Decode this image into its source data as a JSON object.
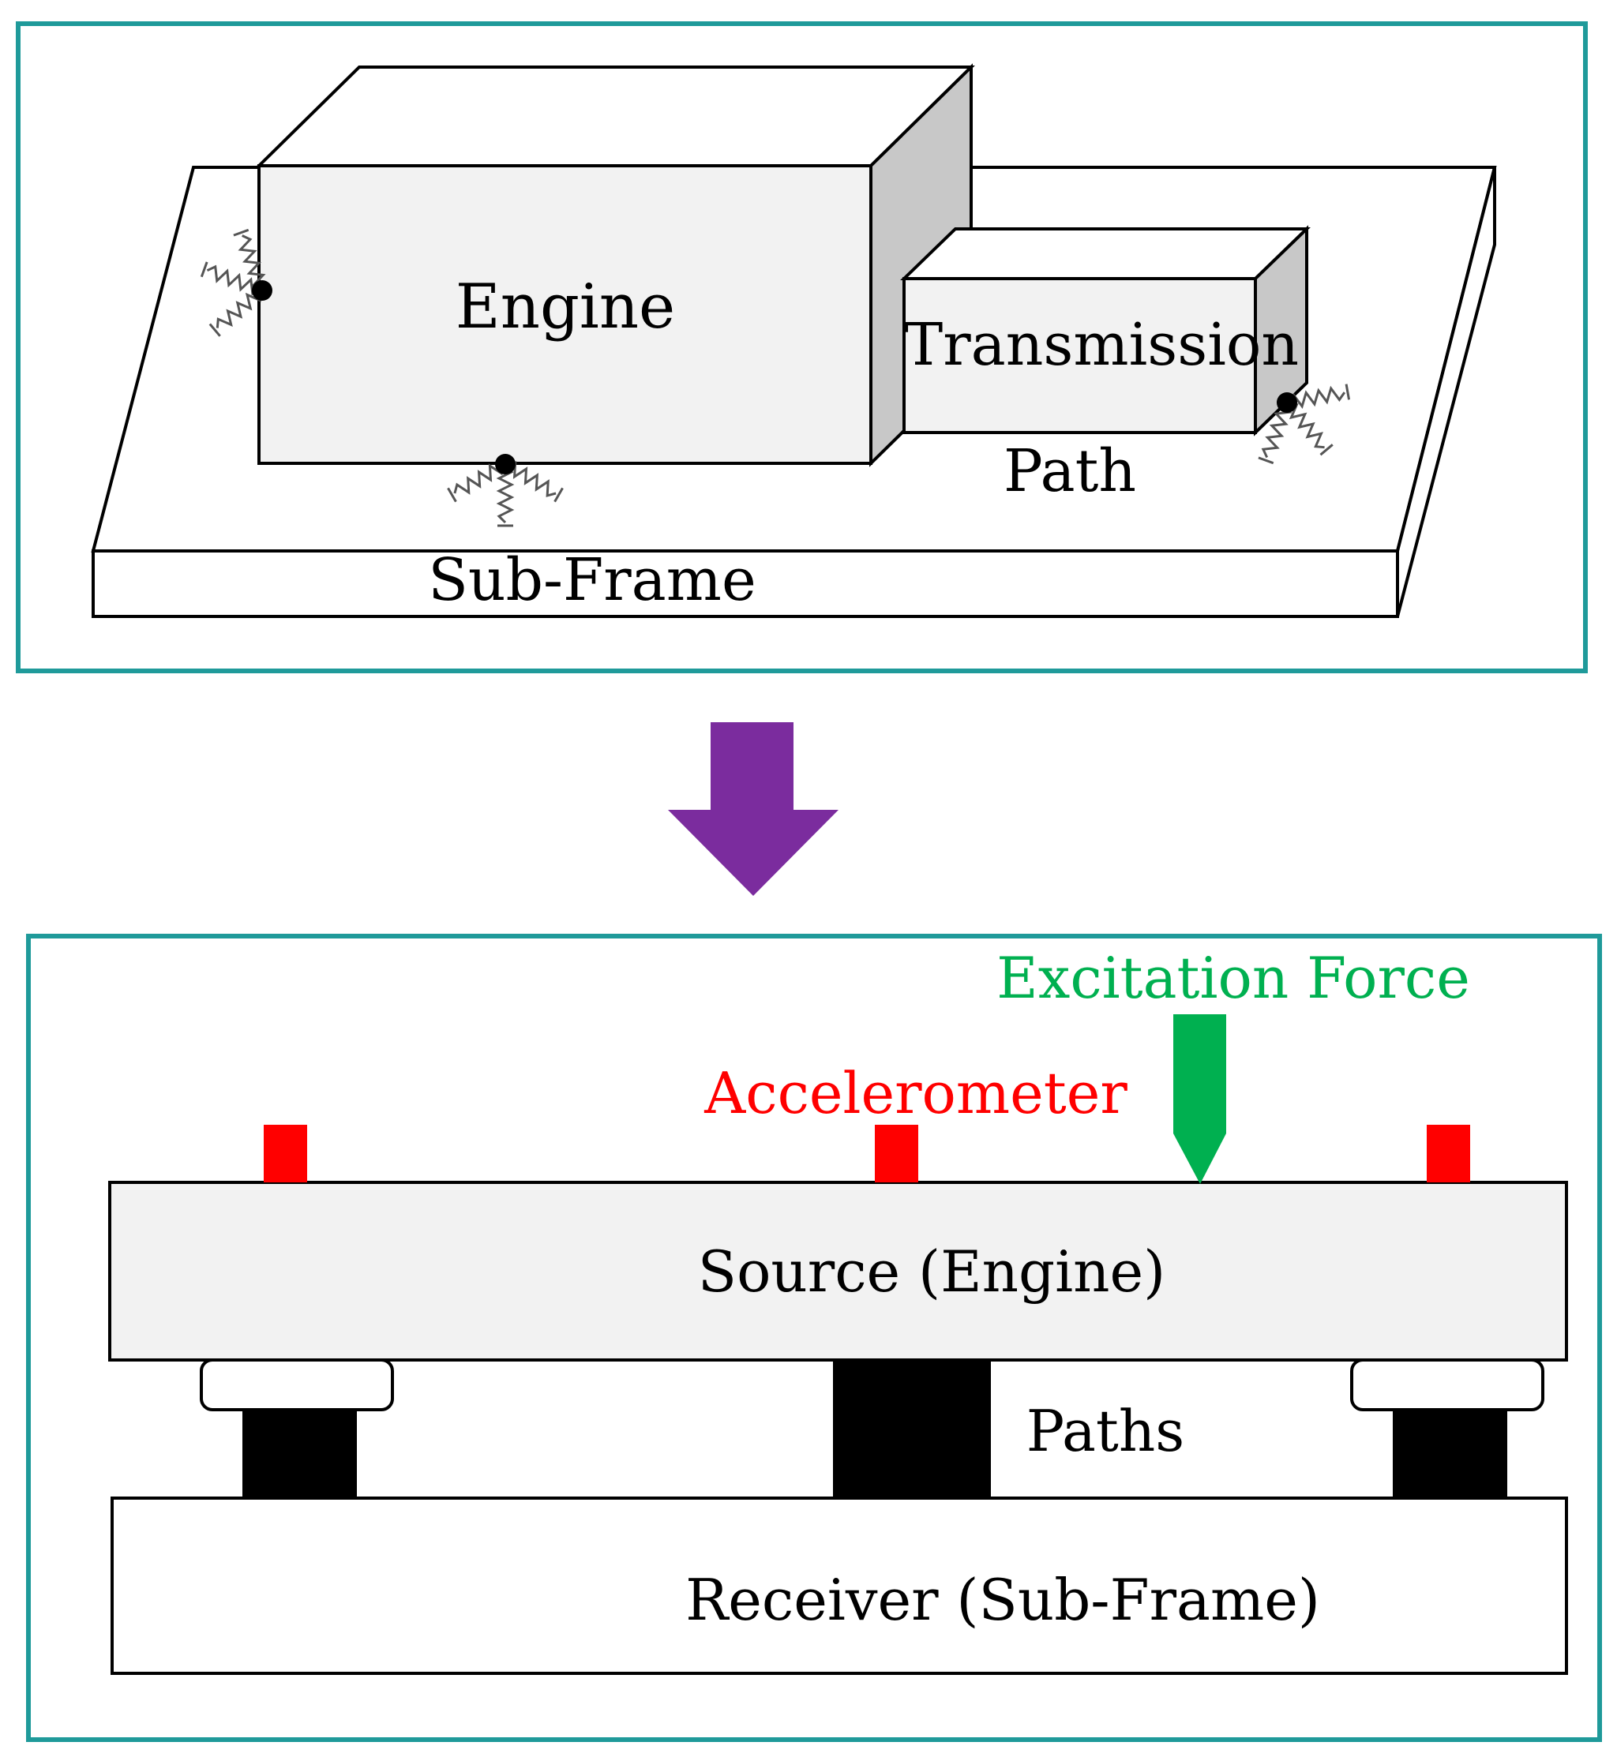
{
  "colors": {
    "panel_border": "#1f9a9a",
    "arrow": "#7b2c9e",
    "accelerometer": "#ff0000",
    "excitation": "#00b050",
    "source_fill": "#f2f2f2",
    "box_front": "#f2f2f2",
    "box_side": "#c8c8c8",
    "text": "#000000"
  },
  "top_panel": {
    "engine_label": "Engine",
    "transmission_label": "Transmission",
    "path_label": "Path",
    "subframe_label": "Sub-Frame"
  },
  "bottom_panel": {
    "excitation_label": "Excitation Force",
    "accelerometer_label": "Accelerometer",
    "source_label": "Source (Engine)",
    "paths_label": "Paths",
    "receiver_label": "Receiver (Sub-Frame)"
  },
  "icons": {
    "transition_arrow": "down-arrow-icon",
    "mount": "spring-mount-icon",
    "sensor": "accelerometer-icon"
  }
}
